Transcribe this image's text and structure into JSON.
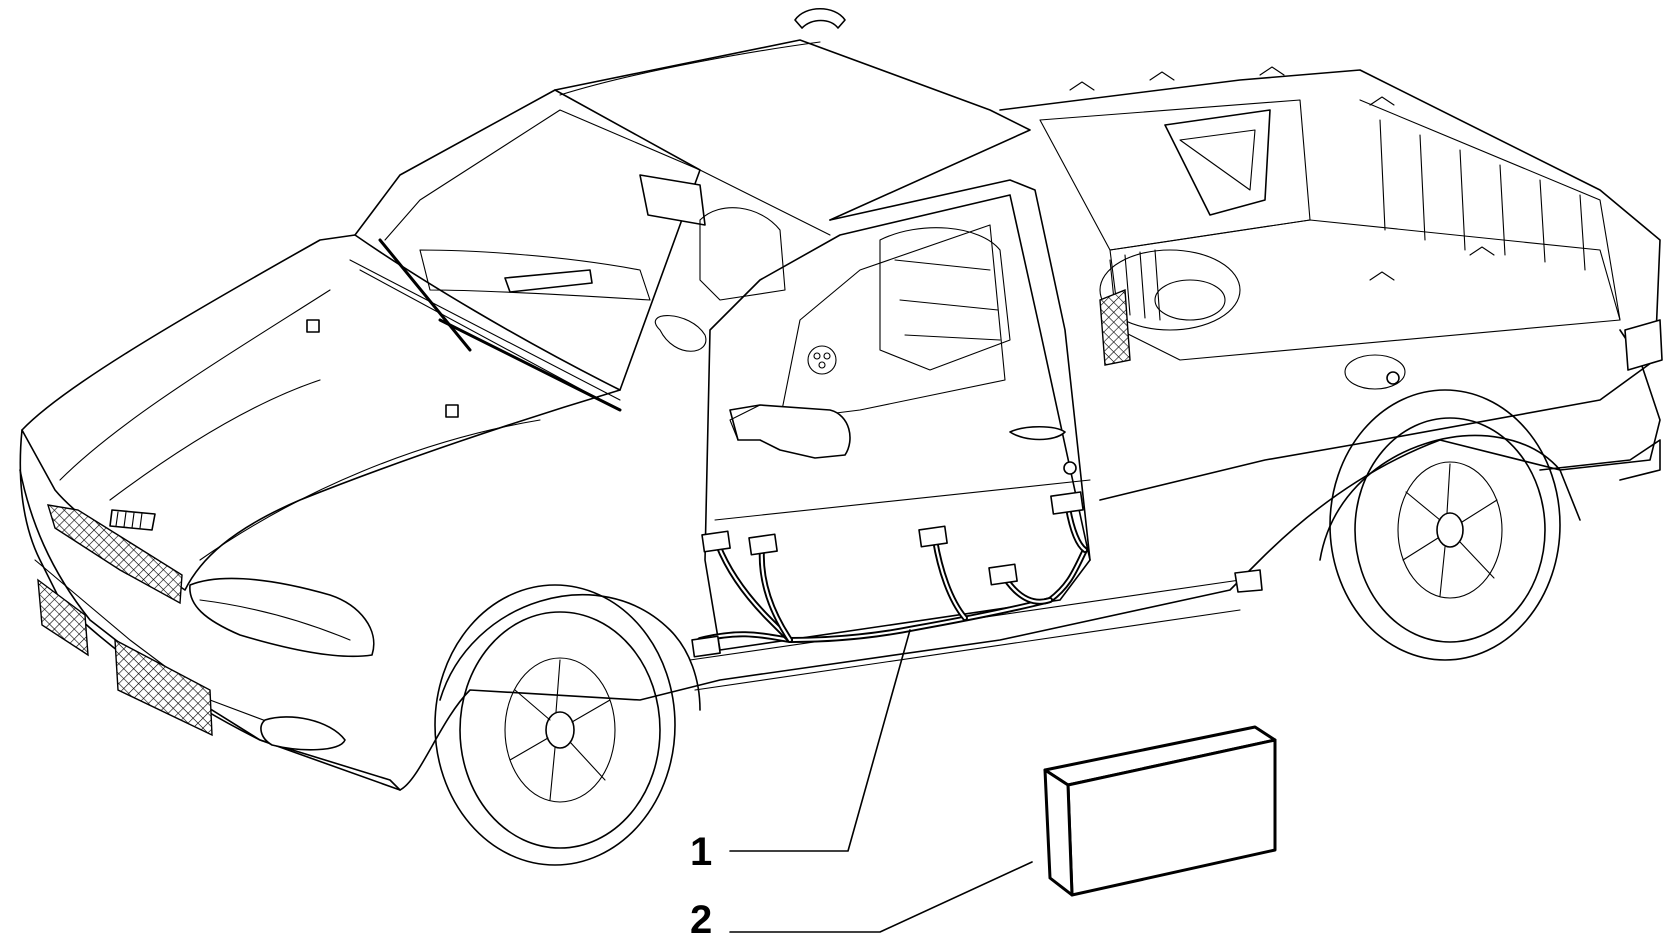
{
  "diagram": {
    "subject": "pickup-vehicle-door-wiring-harness",
    "callouts": [
      {
        "number": "1",
        "part": "wiring-harness"
      },
      {
        "number": "2",
        "part": "module-box"
      }
    ]
  }
}
